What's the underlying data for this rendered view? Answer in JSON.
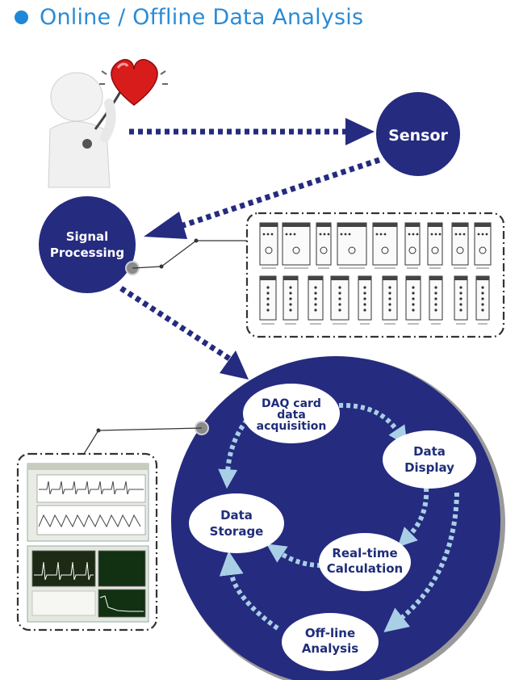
{
  "header": {
    "title": "Online / Offline Data Analysis"
  },
  "nodes": {
    "sensor": "Sensor",
    "signal": [
      "Signal",
      "Processing"
    ],
    "daq": [
      "DAQ card",
      "data",
      "acquisition"
    ],
    "display": [
      "Data",
      "Display"
    ],
    "realtime": [
      "Real-time",
      "Calculation"
    ],
    "offline": [
      "Off-line",
      "Analysis"
    ],
    "storage": [
      "Data",
      "Storage"
    ]
  },
  "colors": {
    "navy": "#252b7f",
    "arrow_light": "#a9cfe6",
    "title": "#2a8bd6"
  }
}
